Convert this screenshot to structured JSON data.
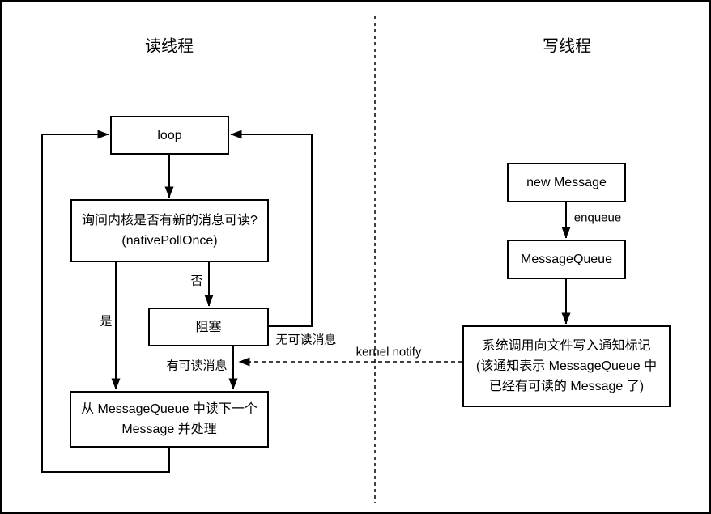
{
  "colors": {
    "ink": "#000000",
    "background": "#ffffff"
  },
  "left": {
    "title": "读线程",
    "loop": "loop",
    "poll_line1": "询问内核是否有新的消息可读?",
    "poll_line2": "(nativePollOnce)",
    "block": "阻塞",
    "read_line1": "从 MessageQueue 中读下一个",
    "read_line2": "Message 并处理",
    "label_no": "否",
    "label_yes": "是",
    "label_no_readable": "无可读消息",
    "label_has_readable": "有可读消息"
  },
  "right": {
    "title": "写线程",
    "new_message": "new Message",
    "label_enqueue": "enqueue",
    "message_queue": "MessageQueue",
    "notify_line1": "系统调用向文件写入通知标记",
    "notify_line2": "(该通知表示 MessageQueue 中",
    "notify_line3": "已经有可读的 Message 了)",
    "label_kernel_notify": "kernel notify"
  }
}
